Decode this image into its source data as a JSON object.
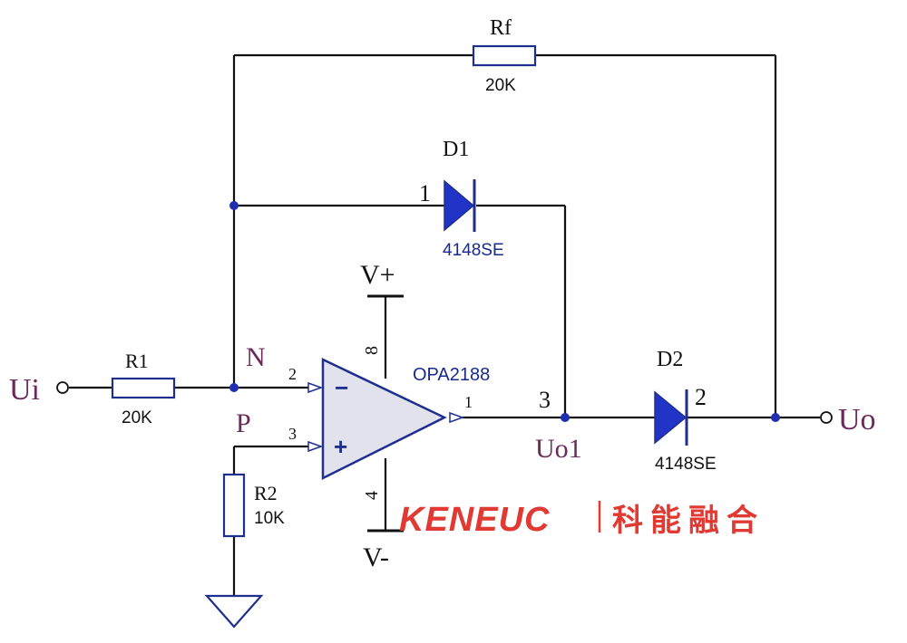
{
  "colors": {
    "wire": "#111111",
    "component": "#1f2f8f",
    "diode_fill": "#2233c8",
    "opamp_fill": "#e2e2ec",
    "opamp_stroke": "#1f2f8f",
    "net_label": "#6b2a5a",
    "junction": "#1f2fb0",
    "brand_red": "#e03a33"
  },
  "ports": {
    "input": "Ui",
    "output": "Uo"
  },
  "resistors": {
    "r1": {
      "ref": "R1",
      "value": "20K"
    },
    "r2": {
      "ref": "R2",
      "value": "10K"
    },
    "rf": {
      "ref": "Rf",
      "value": "20K"
    }
  },
  "diodes": {
    "d1": {
      "ref": "D1",
      "part": "4148SE",
      "pin": "1"
    },
    "d2": {
      "ref": "D2",
      "part": "4148SE",
      "pin": "2"
    }
  },
  "opamp": {
    "part": "OPA2188",
    "pin_inv": "2",
    "pin_noninv": "3",
    "pin_out": "1",
    "pin_vplus": "8",
    "pin_vminus": "4",
    "sign_inv": "−",
    "sign_noninv": "+"
  },
  "nets": {
    "n": "N",
    "p": "P",
    "uo1": "Uo1",
    "uo1_pin": "3"
  },
  "rails": {
    "vplus": "V+",
    "vminus": "V-"
  },
  "brand": {
    "logo": "KENEUC",
    "name": "科能融合"
  }
}
